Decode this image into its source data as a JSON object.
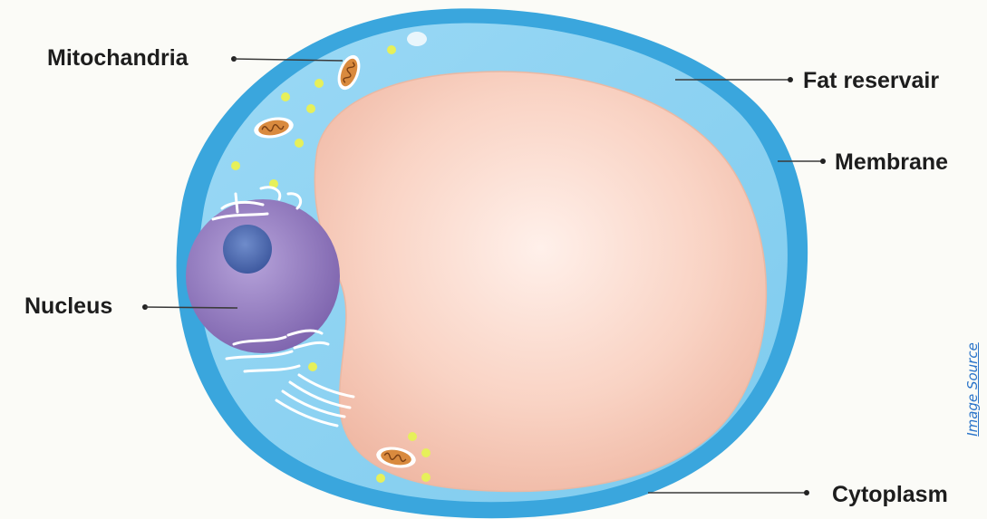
{
  "labels": {
    "mitochondria": "Mitochandria",
    "fat_reservoir": "Fat reservair",
    "membrane": "Membrane",
    "nucleus": "Nucleus",
    "cytoplasm": "Cytoplasm"
  },
  "source_link": "Image Source",
  "colors": {
    "membrane": "#3aa6dd",
    "cytoplasm": "#8fd3f2",
    "fat_droplet": "#f7c9b5",
    "nucleus": "#9b82c4",
    "nucleolus": "#4e6db3",
    "granule": "#e6f05a",
    "mitochondrion": "#d98a3e",
    "link": "#2a74c9"
  }
}
